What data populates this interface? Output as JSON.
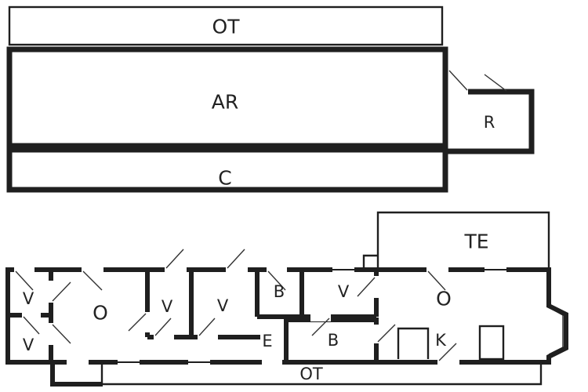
{
  "colors": {
    "wall": "#1f1f1f",
    "background": "#ffffff",
    "text": "#222222"
  },
  "upper": {
    "rooms": [
      {
        "id": "terrace-top",
        "label": "OT"
      },
      {
        "id": "living-ar",
        "label": "AR"
      },
      {
        "id": "room-r",
        "label": "R"
      },
      {
        "id": "corridor-c",
        "label": "C"
      }
    ]
  },
  "lower": {
    "rooms": [
      {
        "id": "terrace-te",
        "label": "TE"
      },
      {
        "id": "v-left-top",
        "label": "V"
      },
      {
        "id": "v-left-bottom",
        "label": "V"
      },
      {
        "id": "o-left",
        "label": "O"
      },
      {
        "id": "v-mid-left",
        "label": "V"
      },
      {
        "id": "v-mid-right",
        "label": "V"
      },
      {
        "id": "b-top",
        "label": "B"
      },
      {
        "id": "v-right",
        "label": "V"
      },
      {
        "id": "o-right",
        "label": "O"
      },
      {
        "id": "hall-e",
        "label": "E"
      },
      {
        "id": "b-bottom",
        "label": "B"
      },
      {
        "id": "kitchen-k",
        "label": "K"
      },
      {
        "id": "terrace-bottom",
        "label": "OT"
      }
    ]
  }
}
